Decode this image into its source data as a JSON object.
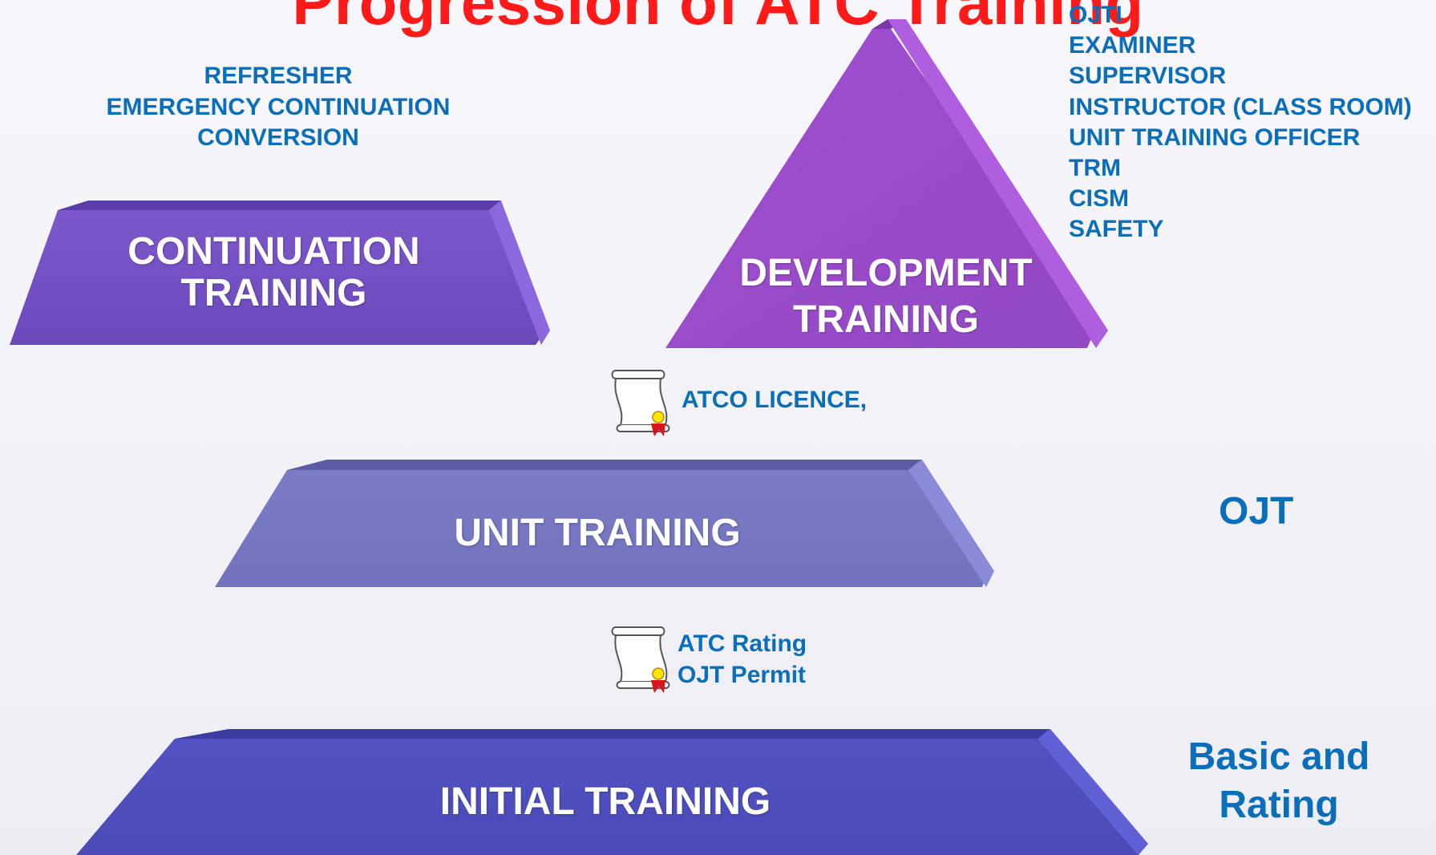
{
  "title": "Progression of ATC Training",
  "continuation": {
    "items": [
      "REFRESHER",
      "EMERGENCY CONTINUATION",
      "CONVERSION"
    ],
    "label_line1": "CONTINUATION",
    "label_line2": "TRAINING"
  },
  "development": {
    "items": [
      "OJTI",
      "EXAMINER",
      "SUPERVISOR",
      "INSTRUCTOR (CLASS ROOM)",
      "UNIT TRAINING OFFICER",
      "TRM",
      "CISM",
      "SAFETY"
    ],
    "label_line1": "DEVELOPMENT",
    "label_line2": "TRAINING"
  },
  "licence": {
    "text": "ATCO LICENCE,"
  },
  "unit": {
    "label": "UNIT TRAINING",
    "side_label": "OJT"
  },
  "rating": {
    "line1": "ATC Rating",
    "line2": "OJT Permit"
  },
  "initial": {
    "label": "INITIAL TRAINING",
    "side_line1": "Basic and",
    "side_line2": "Rating"
  },
  "colors": {
    "title": "#ff1a1a",
    "label_blue": "#0a6fb8",
    "continuation_block": "#7350c4",
    "development_block": "#9a4fc6",
    "unit_block": "#7777c1",
    "initial_block": "#4e4ebf"
  },
  "icons": [
    "certificate-scroll-icon",
    "certificate-scroll-icon"
  ]
}
